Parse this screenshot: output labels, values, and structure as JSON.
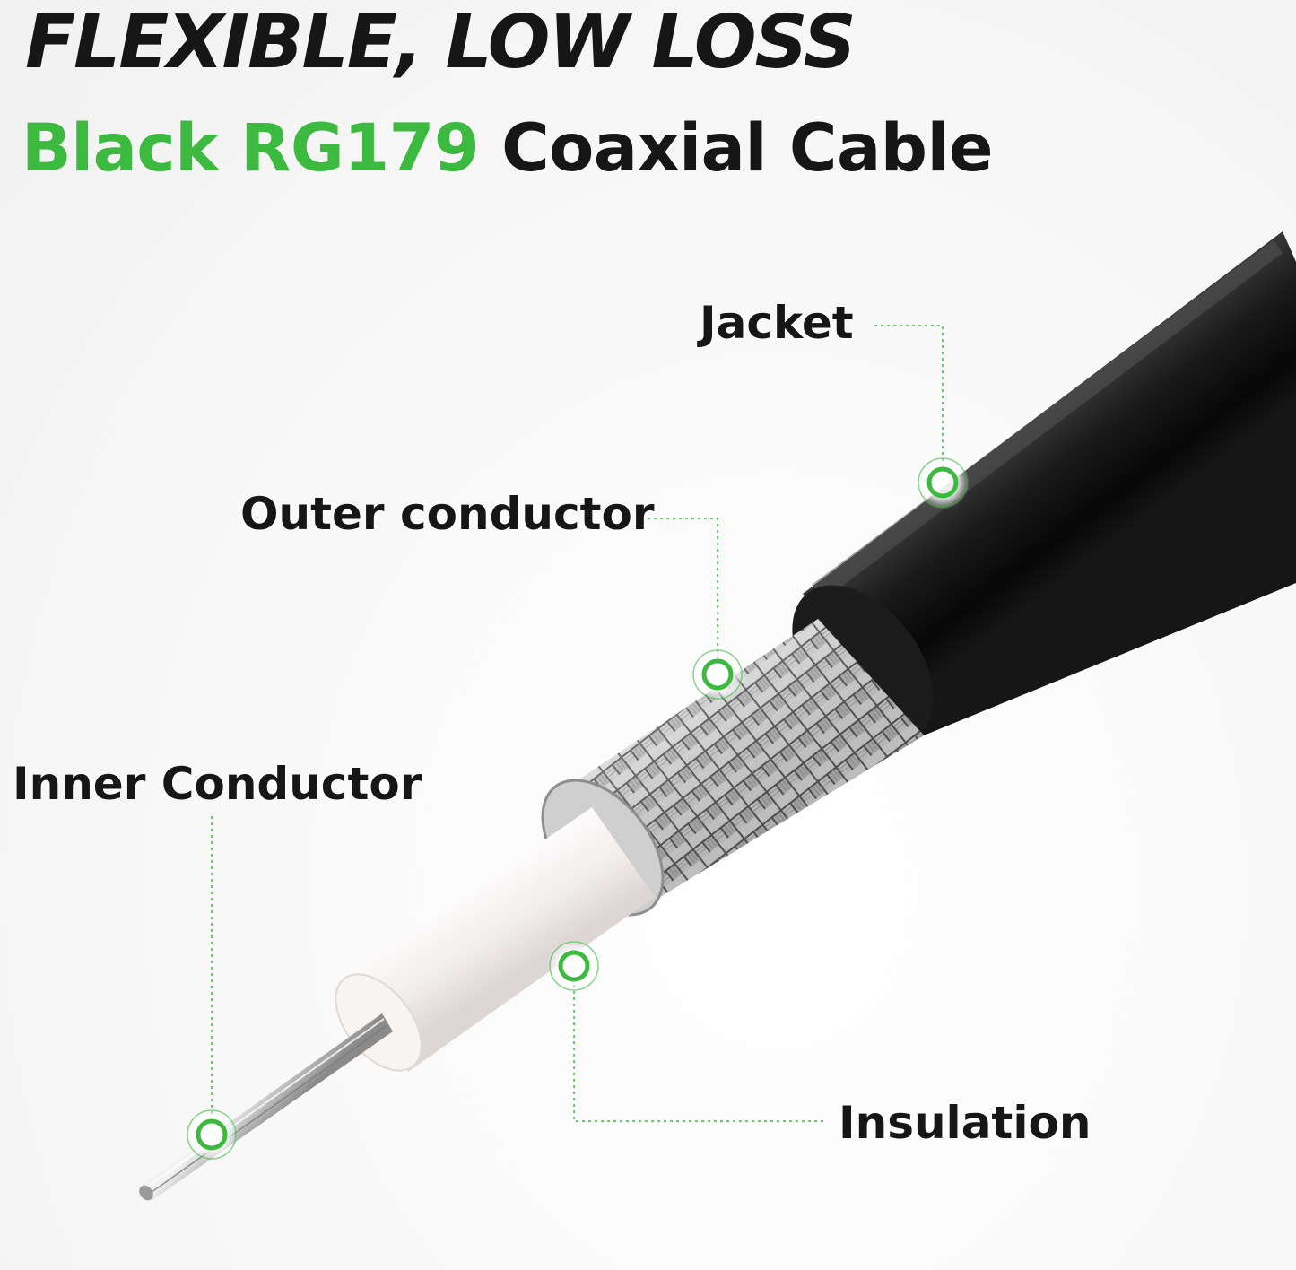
{
  "headline": "FLEXIBLE, LOW LOSS",
  "subheadline": {
    "accent": "Black RG179",
    "rest": " Coaxial Cable"
  },
  "colors": {
    "accent": "#3cb93f",
    "text": "#161616",
    "jacket": "#111111",
    "insulation": "#f3efed",
    "shield": "#b9b9b9"
  },
  "labels": {
    "jacket": "Jacket",
    "outer_conductor": "Outer conductor",
    "inner_conductor": "Inner Conductor",
    "insulation": "Insulation"
  }
}
